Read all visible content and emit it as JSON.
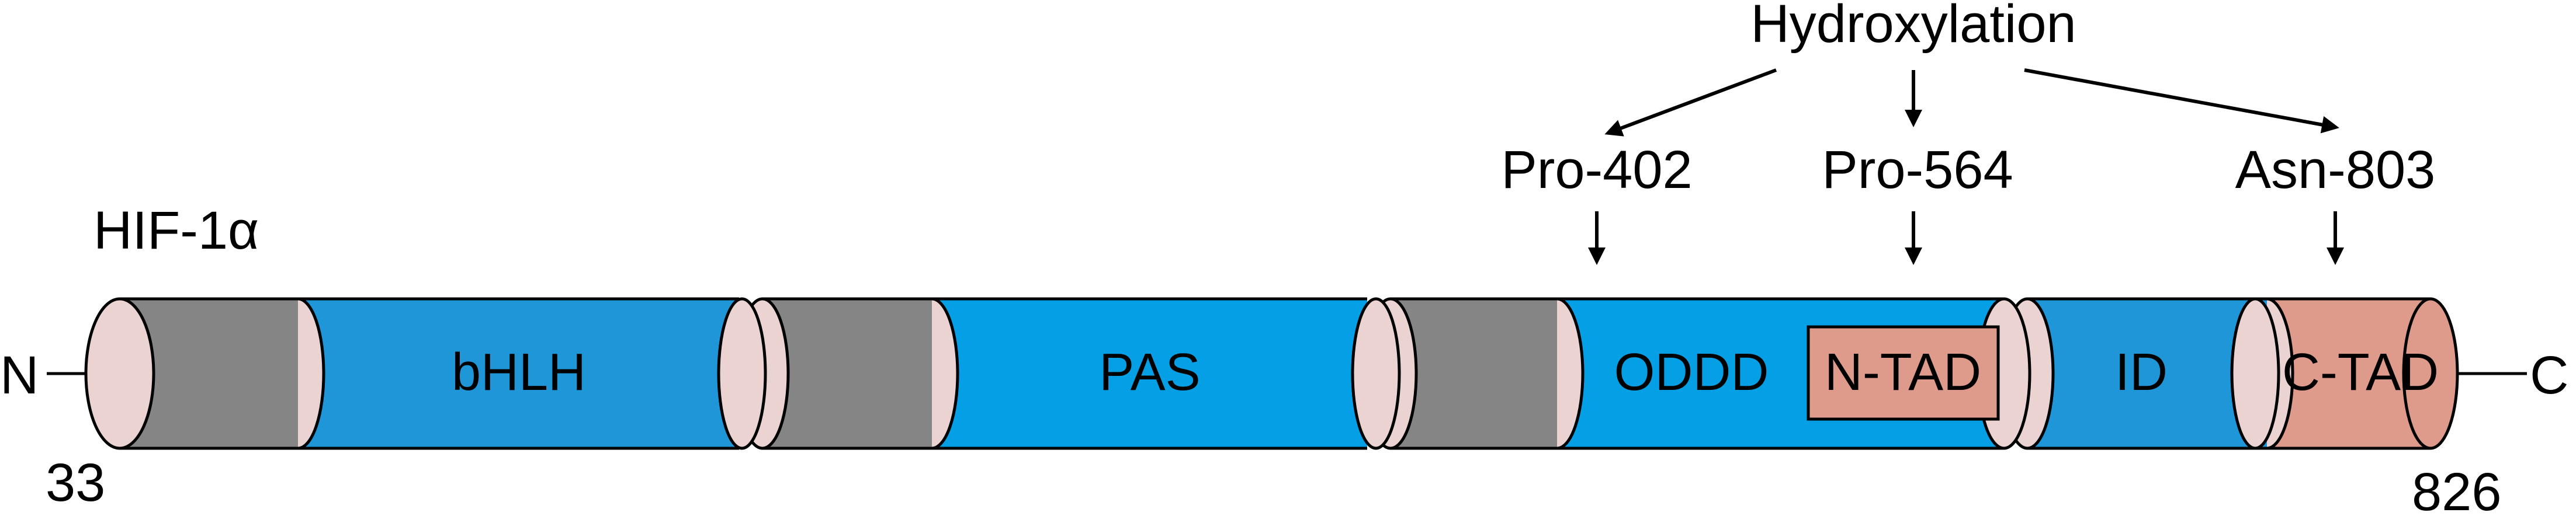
{
  "protein": {
    "name": "HIF-1α",
    "n_terminus": "N",
    "c_terminus": "C",
    "start_residue": "33",
    "end_residue": "826"
  },
  "domains": [
    {
      "id": "bhlh",
      "label": "bHLH"
    },
    {
      "id": "pas",
      "label": "PAS"
    },
    {
      "id": "oddd",
      "label": "ODDD"
    },
    {
      "id": "ntad",
      "label": "N-TAD"
    },
    {
      "id": "id",
      "label": "ID"
    },
    {
      "id": "ctad",
      "label": "C-TAD"
    }
  ],
  "modification": {
    "title": "Hydroxylation",
    "sites": [
      {
        "id": "pro402",
        "label": "Pro-402"
      },
      {
        "id": "pro564",
        "label": "Pro-564"
      },
      {
        "id": "asn803",
        "label": "Asn-803"
      }
    ]
  },
  "colors": {
    "domain_blue": "#1E96D7",
    "domain_blue_bright": "#049FE4",
    "linker_gray": "#858585",
    "cap_pink": "#EAD3D0",
    "tad_salmon": "#DE9A8B",
    "outline": "#000000"
  }
}
